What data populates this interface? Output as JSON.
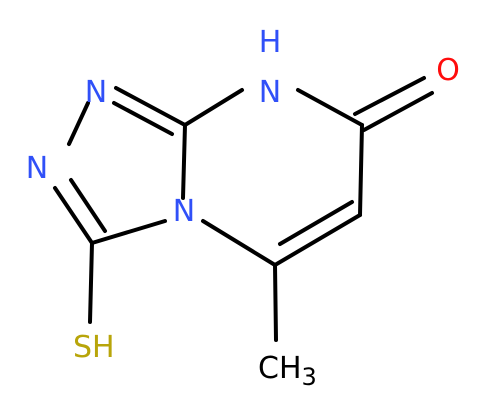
{
  "molecule": {
    "atoms": {
      "n1": "N",
      "n2": "N",
      "n4": "N",
      "nh_n": "N",
      "nh_h": "H",
      "o": "O",
      "s": "S",
      "sh_h": "H",
      "ch": "CH",
      "ch_sub": "3"
    }
  },
  "colors": {
    "nitrogen": "#3050f8",
    "oxygen": "#ff0d0d",
    "sulfur": "#b8a50a",
    "carbon": "#000000",
    "hydrogen": "#000000"
  }
}
